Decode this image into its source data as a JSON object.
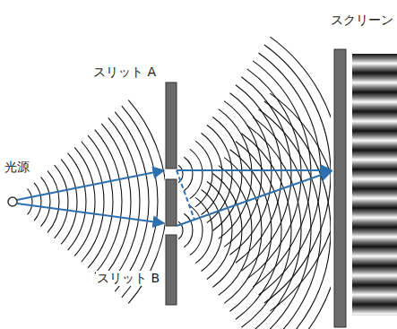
{
  "diagram": {
    "labels": [
      "スクリーン",
      "スリット A",
      "光源",
      "スリット B"
    ]
  }
}
